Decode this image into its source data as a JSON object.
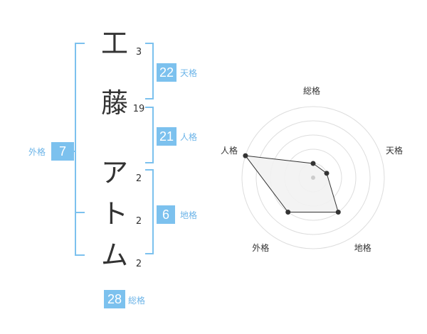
{
  "name": {
    "chars": [
      {
        "char": "工",
        "strokes": "3"
      },
      {
        "char": "藤",
        "strokes": "19"
      },
      {
        "char": "ア",
        "strokes": "2"
      },
      {
        "char": "ト",
        "strokes": "2"
      },
      {
        "char": "ム",
        "strokes": "2"
      }
    ]
  },
  "fortune": {
    "tenkaku": {
      "value": "22",
      "label": "天格"
    },
    "jinkaku": {
      "value": "21",
      "label": "人格"
    },
    "chikaku": {
      "value": "6",
      "label": "地格"
    },
    "gaikaku": {
      "value": "7",
      "label": "外格"
    },
    "soukaku": {
      "value": "28",
      "label": "総格"
    }
  },
  "colors": {
    "accent": "#7cc1ee",
    "badge": "#7cc1ee",
    "label": "#6cb4e8",
    "text": "#333333",
    "radar_fill": "#f2f2f2",
    "radar_ring": "#dddddd"
  },
  "chart_data": {
    "type": "radar",
    "axes": [
      "総格",
      "天格",
      "地格",
      "外格",
      "人格"
    ],
    "levels": 5,
    "max": 5,
    "values": [
      1,
      1,
      3,
      3,
      5
    ]
  }
}
